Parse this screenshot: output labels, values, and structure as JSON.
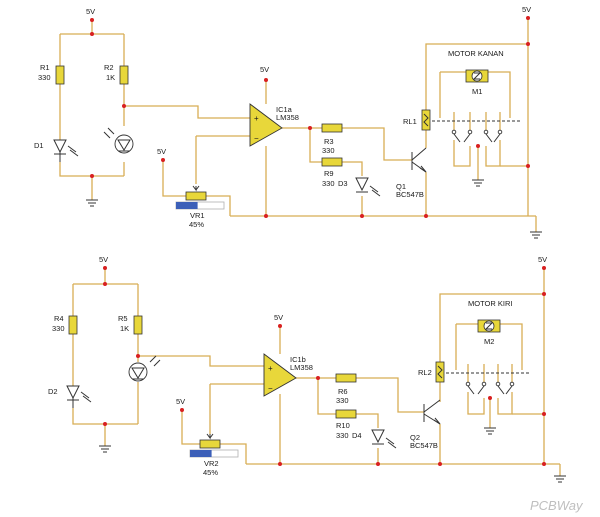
{
  "colors": {
    "wire": "#d8ad55",
    "junction": "#d82020",
    "component_fill": "#e8d73a",
    "slider_fill": "#3c5fb8"
  },
  "icons": [
    "resistor-icon",
    "led-icon",
    "photodiode-icon",
    "opamp-icon",
    "transistor-icon",
    "relay-icon",
    "motor-icon",
    "ground-icon",
    "potentiometer-icon"
  ],
  "circuit_top": {
    "vcc_left": "5V",
    "vcc_amp": "5V",
    "vcc_pot": "5V",
    "vcc_right": "5V",
    "r1": "R1",
    "r1_value": "330",
    "r2": "R2",
    "r2_value": "1K",
    "d1": "D1",
    "ic": "IC1a",
    "ic_part": "LM358",
    "r3": "R3",
    "r3_value": "330",
    "r9": "R9",
    "r9_value": "330",
    "d3": "D3",
    "q": "Q1",
    "q_part": "BC547B",
    "vr": "VR1",
    "vr_value": "45%",
    "relay": "RL1",
    "motor_title": "MOTOR KANAN",
    "motor": "M1"
  },
  "circuit_bottom": {
    "vcc_left": "5V",
    "vcc_amp": "5V",
    "vcc_pot": "5V",
    "vcc_right": "5V",
    "r4": "R4",
    "r4_value": "330",
    "r5": "R5",
    "r5_value": "1K",
    "d2": "D2",
    "ic": "IC1b",
    "ic_part": "LM358",
    "r6": "R6",
    "r6_value": "330",
    "r10": "R10",
    "r10_value": "330",
    "d4": "D4",
    "q": "Q2",
    "q_part": "BC547B",
    "vr": "VR2",
    "vr_value": "45%",
    "relay": "RL2",
    "motor_title": "MOTOR KIRI",
    "motor": "M2"
  },
  "watermark": "PCBWay",
  "potentiometers": [
    {
      "name": "VR1",
      "level": 0.45
    },
    {
      "name": "VR2",
      "level": 0.45
    }
  ]
}
